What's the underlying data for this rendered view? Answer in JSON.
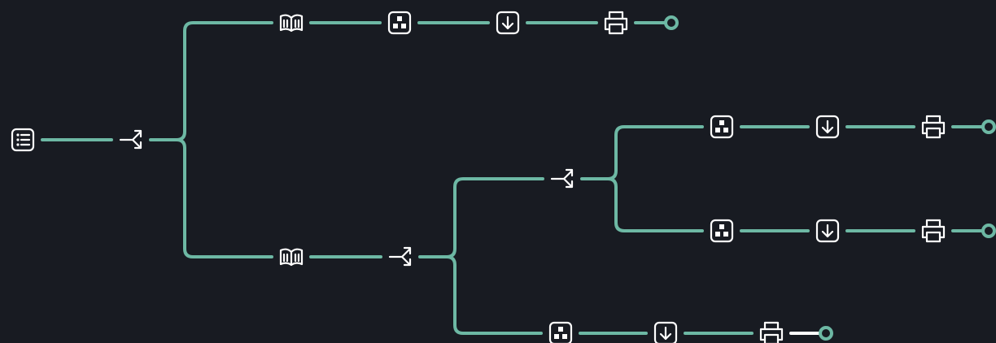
{
  "colors": {
    "background": "#181b22",
    "edge": "#6db8a4",
    "icon": "#ffffff",
    "highlight_edge": "#ffffff"
  },
  "icons": {
    "list": "list-icon",
    "split": "split-icon",
    "book": "book-open-icon",
    "blocks": "blocks-icon",
    "download": "download-icon",
    "print": "printer-icon",
    "end": "end-node-icon"
  },
  "pipeline": {
    "root": {
      "id": "source-list",
      "icon": "list-icon",
      "next": {
        "id": "split-main",
        "icon": "split-icon",
        "branches": [
          {
            "id": "branch-upper",
            "steps": [
              "book-open-icon",
              "blocks-icon",
              "download-icon",
              "printer-icon",
              "end-node-icon"
            ]
          },
          {
            "id": "branch-lower",
            "steps": [
              "book-open-icon"
            ],
            "next": {
              "id": "split-secondary",
              "icon": "split-icon",
              "branches": [
                {
                  "id": "branch-lower-a",
                  "steps": [],
                  "next": {
                    "id": "split-tertiary",
                    "icon": "split-icon",
                    "branches": [
                      {
                        "id": "branch-lower-a1",
                        "steps": [
                          "blocks-icon",
                          "download-icon",
                          "printer-icon",
                          "end-node-icon"
                        ]
                      },
                      {
                        "id": "branch-lower-a2",
                        "steps": [
                          "blocks-icon",
                          "download-icon",
                          "printer-icon",
                          "end-node-icon"
                        ]
                      }
                    ]
                  }
                },
                {
                  "id": "branch-lower-b",
                  "steps": [
                    "blocks-icon",
                    "download-icon",
                    "printer-icon",
                    "end-node-icon"
                  ],
                  "highlighted_final_edge": true
                }
              ]
            }
          }
        ]
      }
    }
  }
}
